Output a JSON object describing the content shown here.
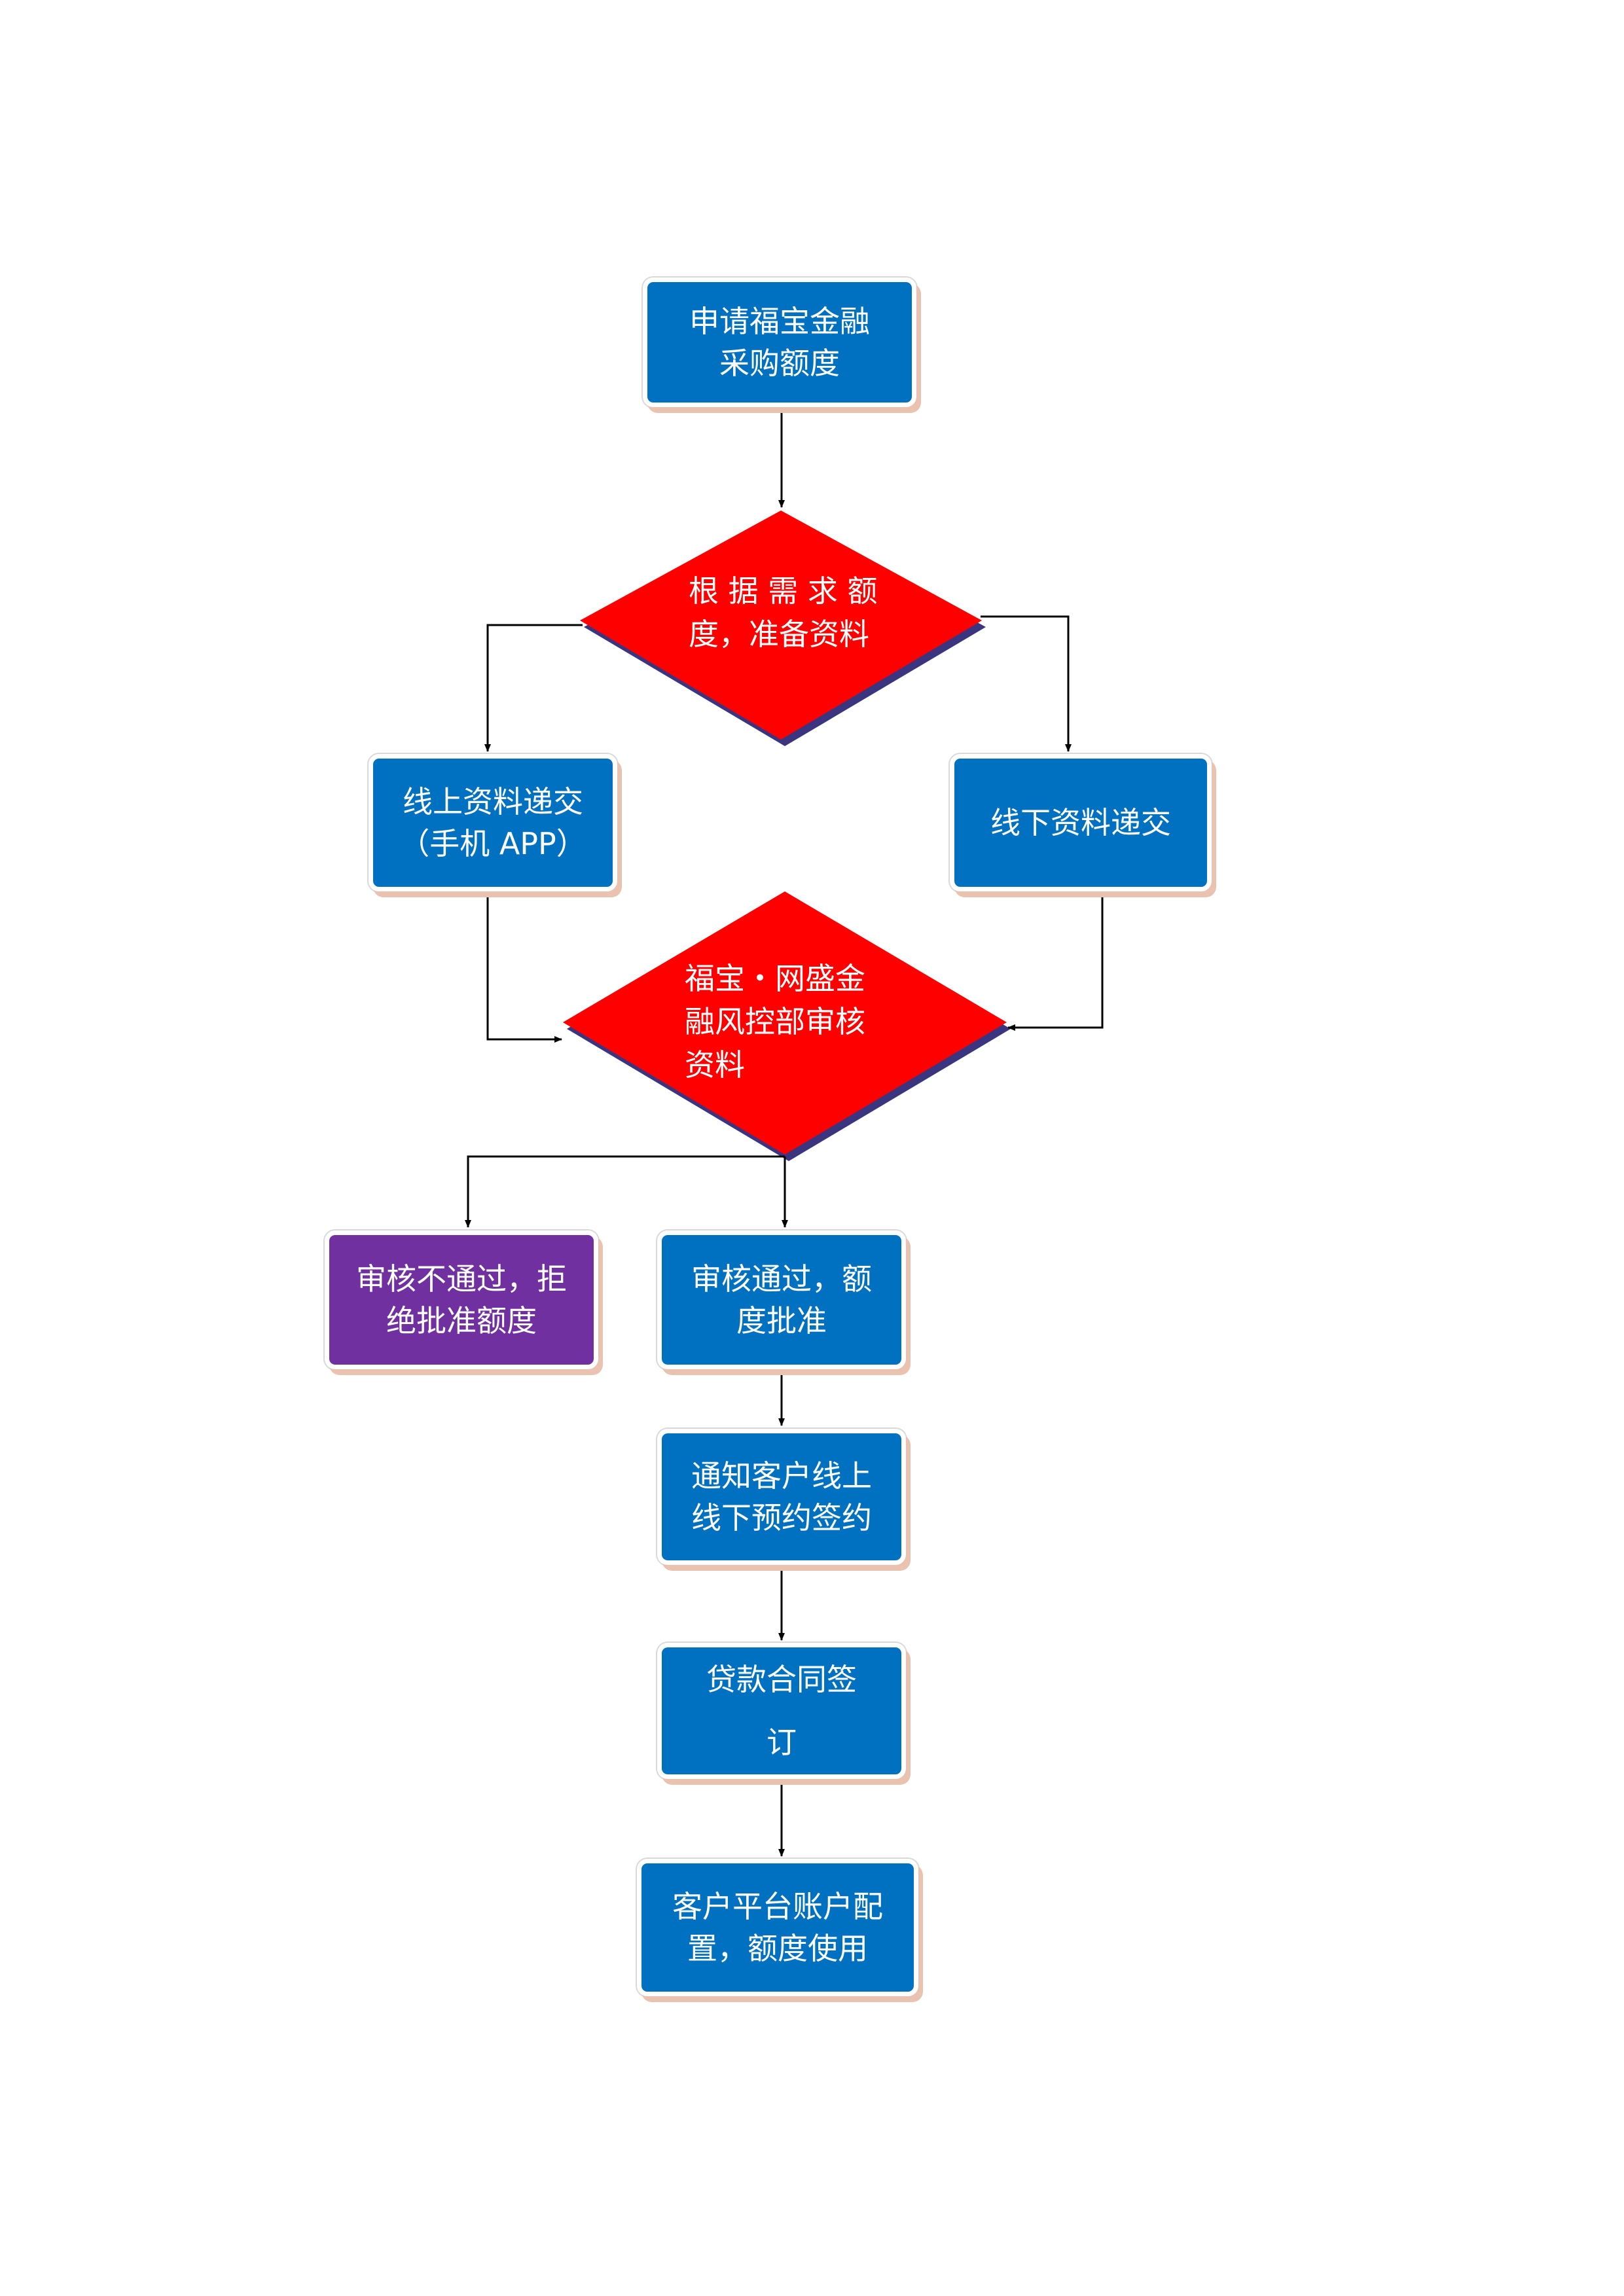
{
  "colors": {
    "process": "#0070c0",
    "decision": "#ff0000",
    "reject": "#7030a0",
    "connector": "#000000"
  },
  "nodes": {
    "apply": "申请福宝金融\n采购额度",
    "prepare": "根 据 需 求 额\n度，准备资料",
    "online": "线上资料递交\n（手机 APP）",
    "offline": "线下资料递交",
    "review": "福宝・网盛金\n融风控部审核\n资料",
    "rejected": "审核不通过，拒\n绝批准额度",
    "approved": "审核通过，额\n度批准",
    "notify": "通知客户线上\n线下预约签约",
    "contract": "贷款合同签\n订",
    "configure": "客户平台账户配\n置，额度使用"
  }
}
